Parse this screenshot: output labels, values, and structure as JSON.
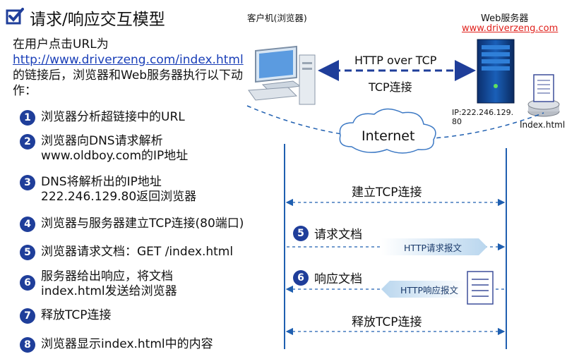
{
  "title": "请求/响应交互模型",
  "client_label": "客户机(浏览器)",
  "server_label": "Web服务器",
  "server_url": "www.driverzeng.com",
  "intro": {
    "prefix": "在用户点击URL为",
    "url": "http://www.driverzeng.com/index.html",
    "suffix": "的链接后，浏览器和Web服务器执行以下动作："
  },
  "steps": [
    {
      "num": "1",
      "text": "浏览器分析超链接中的URL"
    },
    {
      "num": "2",
      "text": "浏览器向DNS请求解析\nwww.oldboy.com的IP地址"
    },
    {
      "num": "3",
      "text": "DNS将解析出的IP地址\n222.246.129.80返回浏览器"
    },
    {
      "num": "4",
      "text": "浏览器与服务器建立TCP连接(80端口)"
    },
    {
      "num": "5",
      "text": "浏览器请求文档：GET /index.html"
    },
    {
      "num": "6",
      "text": "服务器给出响应，将文档\nindex.html发送给浏览器"
    },
    {
      "num": "7",
      "text": "释放TCP连接"
    },
    {
      "num": "8",
      "text": "浏览器显示index.html中的内容"
    }
  ],
  "diagram": {
    "http_over_tcp": "HTTP over TCP",
    "tcp_conn": "TCP连接",
    "internet": "Internet",
    "ip": "IP:222.246.129.80",
    "index_file": "Index.html",
    "establish": "建立TCP连接",
    "request_num": "5",
    "request": "请求文档",
    "request_msg": "HTTP请求报文",
    "response_num": "6",
    "response": "响应文档",
    "response_msg": "HTTP响应报文",
    "release": "释放TCP连接"
  },
  "colors": {
    "accent": "#1f3e9a",
    "url": "#1a3fb8",
    "server_url": "#e0201b",
    "dashed": "#1f5fb0"
  }
}
